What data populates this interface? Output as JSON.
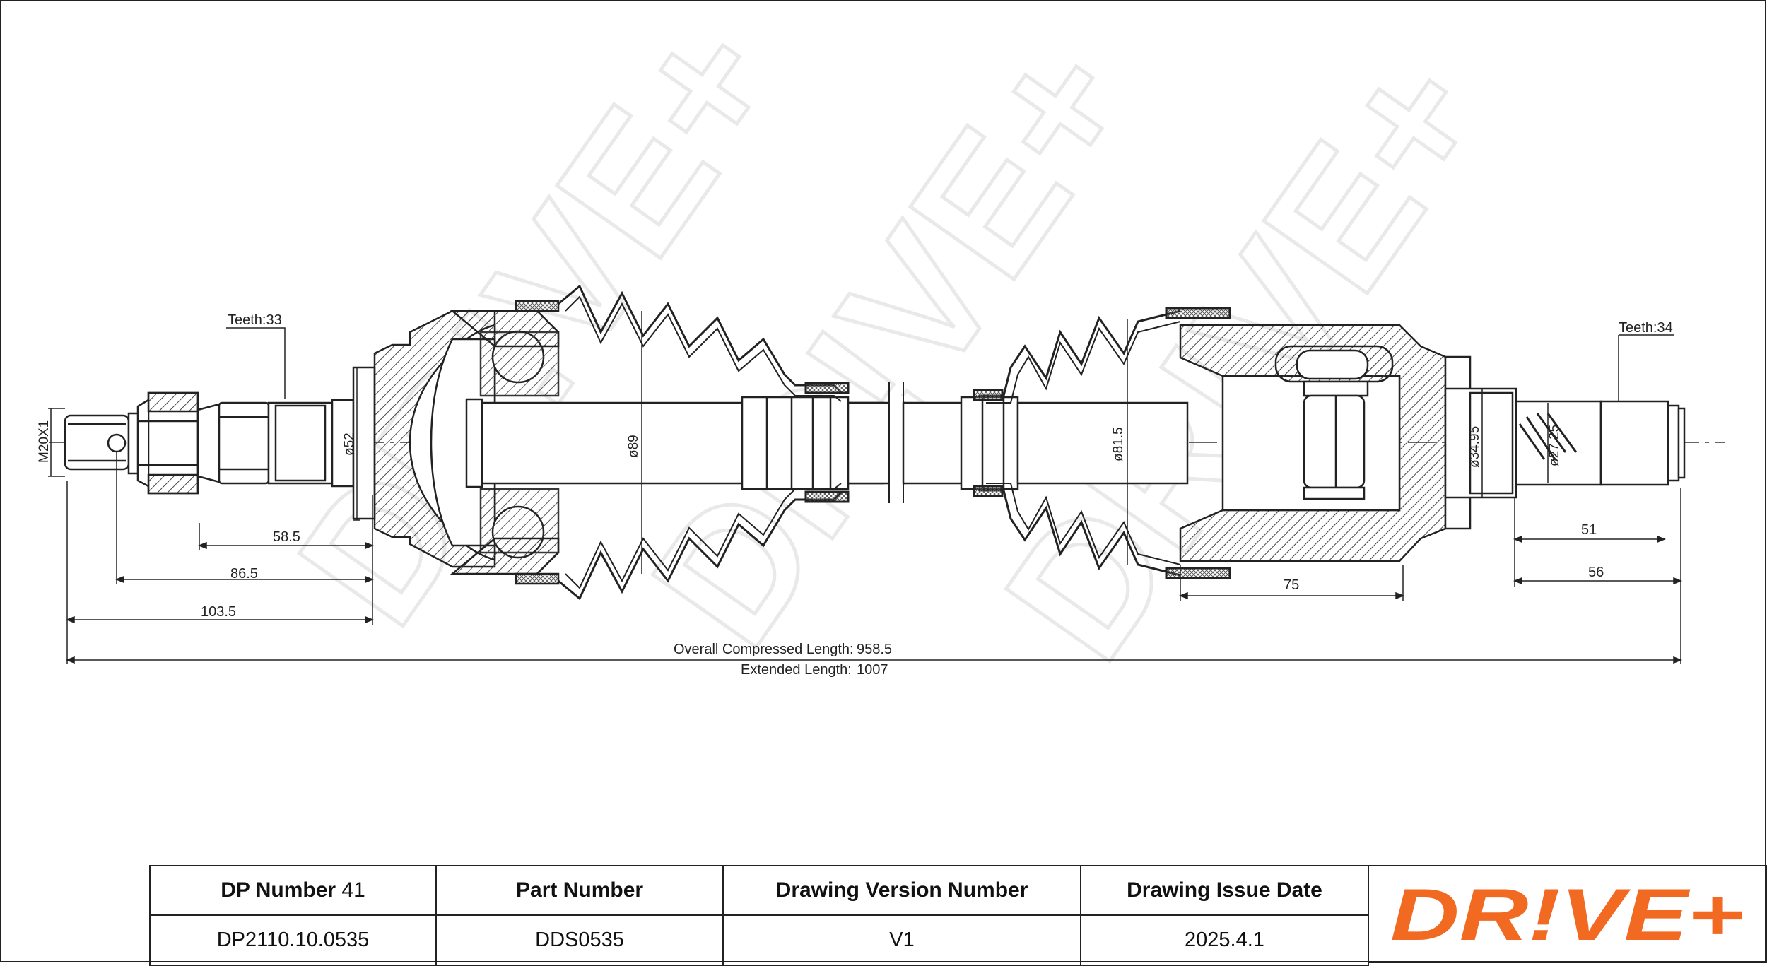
{
  "drawing": {
    "teeth_left": "Teeth:33",
    "teeth_right": "Teeth:34",
    "thread": "M20X1",
    "diameters": {
      "d52": "ø52",
      "d89": "ø89",
      "d81_5": "ø81.5",
      "d34_95": "ø34.95",
      "d27_25": "ø27.25"
    },
    "dimensions": {
      "d58_5": "58.5",
      "d86_5": "86.5",
      "d103_5": "103.5",
      "d75": "75",
      "d51": "51",
      "d56": "56"
    },
    "overall_compressed_label": "Overall  Compressed  Length:",
    "overall_compressed_value": "958.5",
    "extended_label": "Extended  Length:",
    "extended_value": "1007",
    "watermark": "DR!VE+"
  },
  "title_block": {
    "headers": {
      "dp_number": "DP Number",
      "dp_number_suffix": "41",
      "part_number": "Part Number",
      "drawing_version": "Drawing Version Number",
      "issue_date": "Drawing Issue Date"
    },
    "values": {
      "dp_number": "DP2110.10.0535",
      "part_number": "DDS0535",
      "drawing_version": "V1",
      "issue_date": "2025.4.1"
    }
  },
  "logo": {
    "text": "DR!VE+",
    "color": "#f26a21"
  },
  "colors": {
    "line": "#222222",
    "hatch": "#444444",
    "watermark": "#ececec",
    "brand": "#f26a21"
  }
}
